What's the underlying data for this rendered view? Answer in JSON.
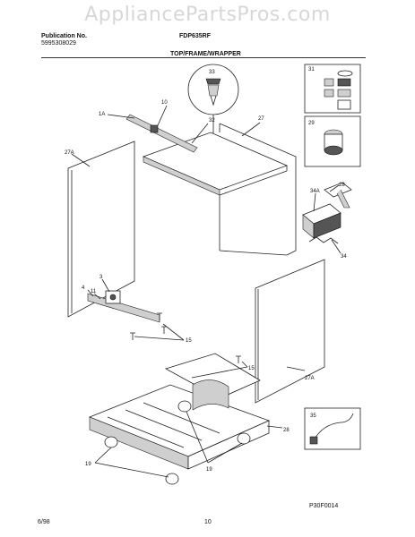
{
  "watermark": "AppliancePartsPros.com",
  "header": {
    "publication_label": "Publication No.",
    "publication_number": "5995308029",
    "model": "FDP635RF",
    "section_title": "TOP/FRAME/WRAPPER"
  },
  "callouts": {
    "c33": "33",
    "c10": "10",
    "c1A": "1A",
    "c32": "32",
    "c27_top": "27",
    "c27A_left": "27A",
    "c31": "31",
    "c29": "29",
    "c28_right": "28",
    "c34A": "34A",
    "c34": "34",
    "c3": "3",
    "c4": "4",
    "c11": "11",
    "c15_left": "15",
    "c15_right": "15",
    "c27A_right": "27A",
    "c28_bottom": "28",
    "c35": "35",
    "c19_left": "19",
    "c19_right": "19"
  },
  "footer": {
    "date": "6/98",
    "page_number": "10",
    "figure_code": "P30F0014"
  }
}
